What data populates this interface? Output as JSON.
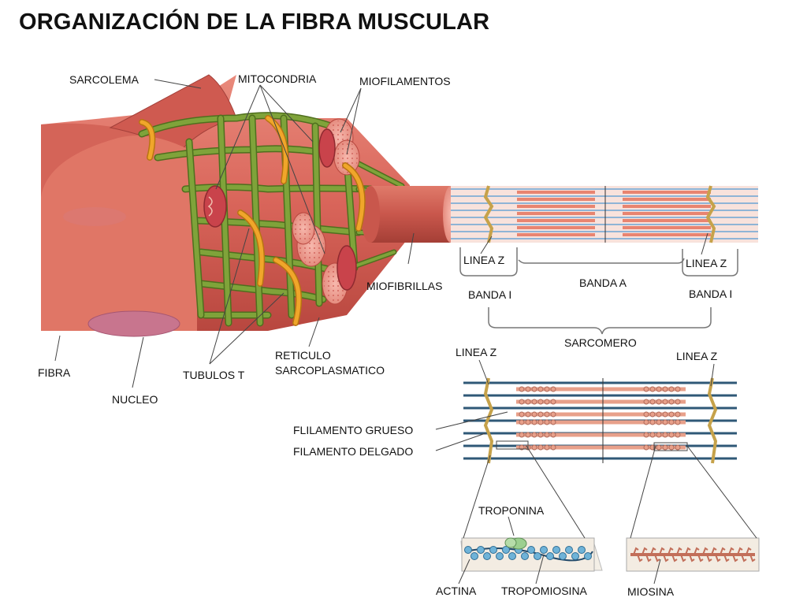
{
  "title": "ORGANIZACIÓN DE LA FIBRA MUSCULAR",
  "labels": {
    "sarcolema": "SARCOLEMA",
    "mitocondria": "MITOCONDRIA",
    "miofilamentos": "MIOFILAMENTOS",
    "miofibrillas": "MIOFIBRILLAS",
    "fibra": "FIBRA",
    "nucleo": "NUCLEO",
    "tubulos_t": "TUBULOS T",
    "reticulo_1": "RETICULO",
    "reticulo_2": "SARCOPLASMATICO",
    "linea_z_left": "LINEA Z",
    "linea_z_right": "LINEA Z",
    "banda_a": "BANDA A",
    "banda_i_left": "BANDA I",
    "banda_i_right": "BANDA I",
    "sarcomero": "SARCOMERO",
    "linea_z_lower_left": "LINEA Z",
    "linea_z_lower_right": "LINEA Z",
    "filamento_grueso": "FLILAMENTO GRUESO",
    "filamento_delgado": "FILAMENTO DELGADO",
    "troponina": "TROPONINA",
    "actina": "ACTINA",
    "tropomiosina": "TROPOMIOSINA",
    "miosina": "MIOSINA"
  },
  "colors": {
    "muscle": "#d9655a",
    "muscle_dark": "#b8473f",
    "muscle_light": "#ec9a8c",
    "reticulum": "#7fa33a",
    "reticulum_dark": "#4f6f1e",
    "tubule": "#f0a62a",
    "thin_filament": "#3a6f9f",
    "thick_filament": "#e8a08a",
    "actin": "#6fb3d8",
    "troponin": "#9ccf8f",
    "zline": "#c6a24a"
  }
}
